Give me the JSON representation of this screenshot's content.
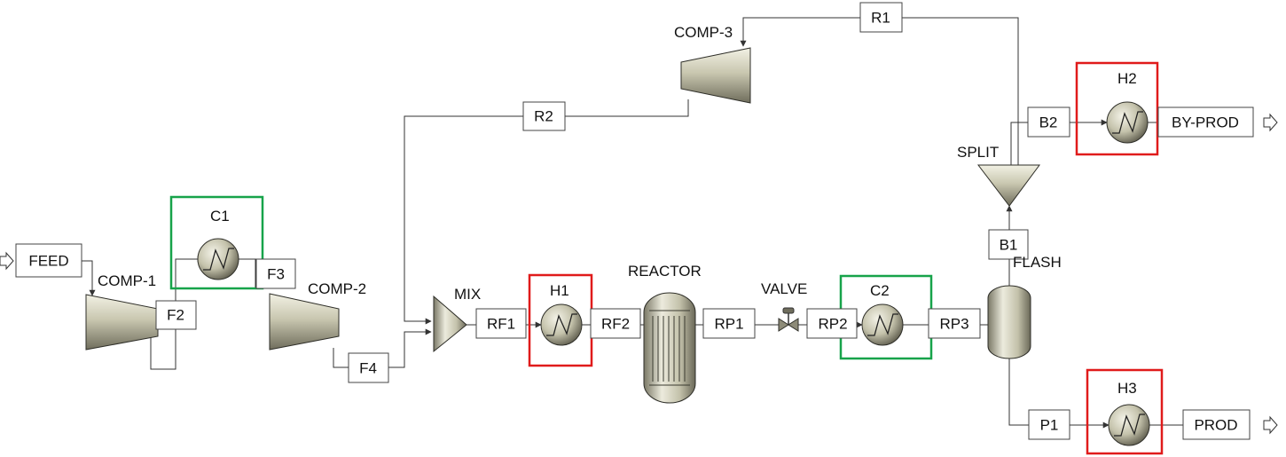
{
  "units": {
    "comp1": "COMP-1",
    "comp2": "COMP-2",
    "comp3": "COMP-3",
    "c1": "C1",
    "c2": "C2",
    "h1": "H1",
    "h2": "H2",
    "h3": "H3",
    "mix": "MIX",
    "reactor": "REACTOR",
    "valve": "VALVE",
    "flash": "FLASH",
    "split": "SPLIT"
  },
  "streams": {
    "feed": "FEED",
    "f2": "F2",
    "f3": "F3",
    "f4": "F4",
    "rf1": "RF1",
    "rf2": "RF2",
    "rp1": "RP1",
    "rp2": "RP2",
    "rp3": "RP3",
    "b1": "B1",
    "b2": "B2",
    "p1": "P1",
    "r1": "R1",
    "r2": "R2",
    "byprod": "BY-PROD",
    "prod": "PROD"
  },
  "colors": {
    "highlight_red": "#e01b1b",
    "highlight_green": "#17a34a",
    "equipment": "#c9c7b0"
  }
}
